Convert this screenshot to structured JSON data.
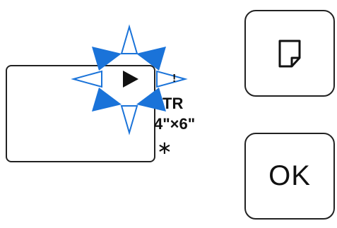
{
  "display": {
    "paper_type": "TR",
    "paper_size": "4\"×6\"",
    "asterisk": "∗",
    "small_glyph": "!"
  },
  "buttons": {
    "paper_icon": "paper-settings-icon",
    "ok_label": "OK"
  },
  "colors": {
    "blink_blue": "#1a73d9",
    "outline": "#222222"
  }
}
